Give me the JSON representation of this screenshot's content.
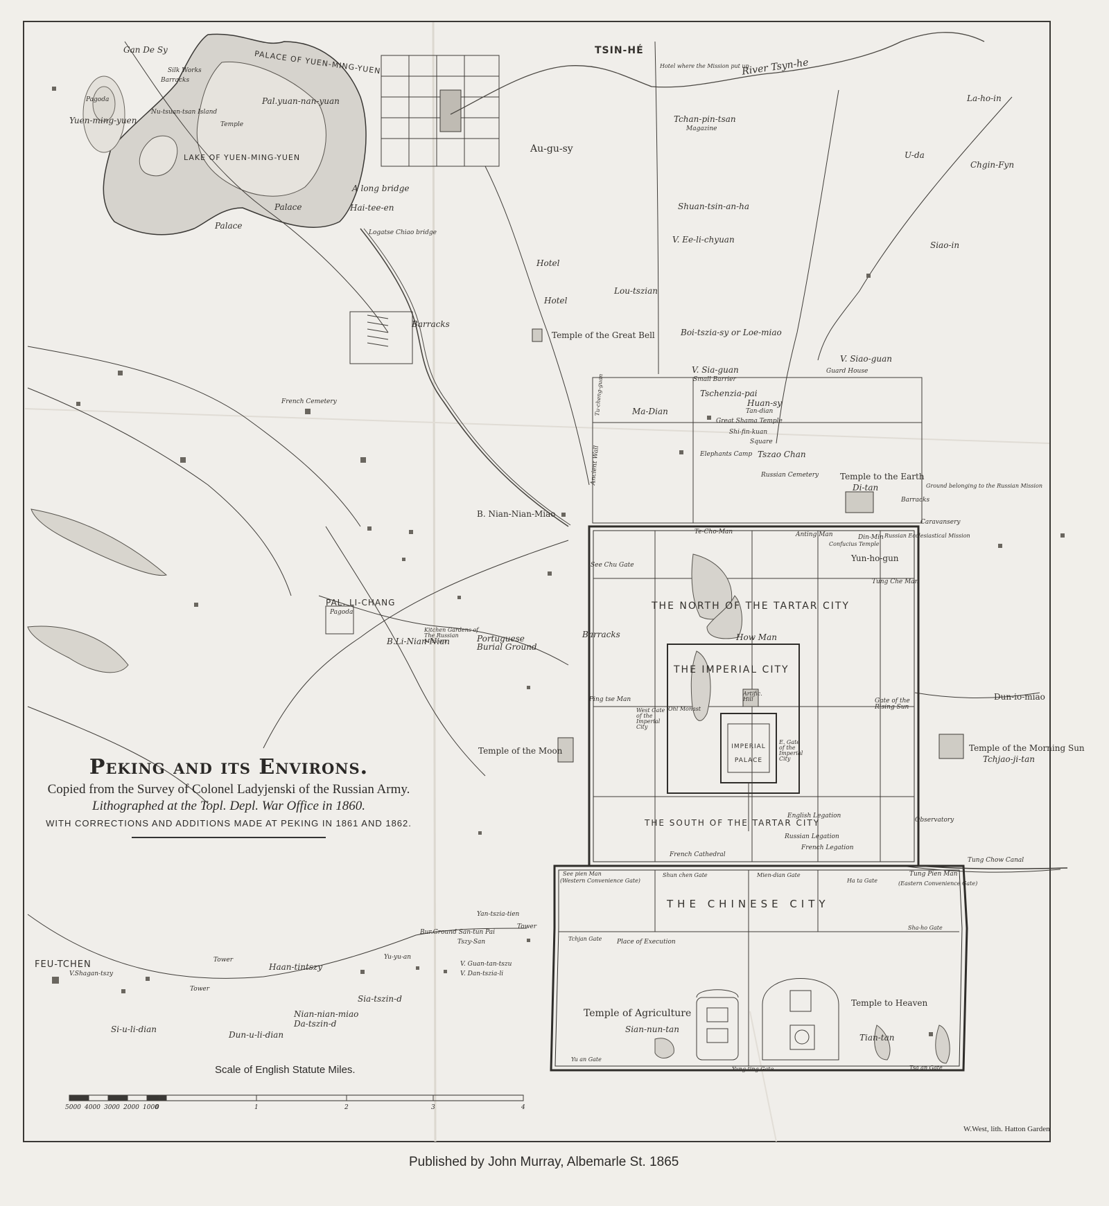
{
  "title": {
    "main": "Peking and its Environs.",
    "line1": "Copied from the Survey of Colonel Ladyjenski of the Russian Army.",
    "line2": "Lithographed at the Topl. Depl. War Office in 1860.",
    "line3": "WITH CORRECTIONS AND ADDITIONS MADE AT PEKING IN 1861 AND 1862."
  },
  "scale": {
    "title": "Scale of English Statute Miles.",
    "small_ticks": [
      "5000",
      "4000",
      "3000",
      "2000",
      "1000",
      "0"
    ],
    "mile_ticks": [
      "1",
      "2",
      "3",
      "4"
    ]
  },
  "publisher": "Published by John Murray, Albemarle St. 1865",
  "lithographer": "W.West, lith. Hatton Garden",
  "labels": {
    "gan_de_sy": "Gan De Sy",
    "silk_works": "Silk Works",
    "barracks_nw": "Barracks",
    "pagoda_nw": "Pagoda",
    "yuen_ming_yuen": "Yuen-ming-yuen",
    "palace_of_yuen_ming_yuen": "PALACE OF YUEN-MING-YUEN",
    "pal_yuan_nan_yuan": "Pal.yuan-nan-yuan",
    "nu_tsuan_island": "Nu-tsuan-tsan Island",
    "temple_island": "Temple",
    "lake_of_yuen_ming_yuen": "LAKE OF YUEN-MING-YUEN",
    "a_long_bridge": "A long bridge",
    "hai_tee_en": "Hai-tee-en",
    "palace_1": "Palace",
    "palace_2": "Palace",
    "logatse_bridge": "Logatse Chiao bridge",
    "tsin_he": "TSIN-HÉ",
    "hotel_mission": "Hotel where the Mission put up",
    "river_tsyn_he": "River Tsyn-he",
    "la_ho_in": "La-ho-in",
    "tchan_pin_tsan": "Tchan-pin-tsan",
    "magazine": "Magazine",
    "augusy": "Au-gu-sy",
    "u_da": "U-da",
    "chgin_fyn": "Chgin-Fyn",
    "shuan_tsin_an_ha": "Shuan-tsin-an-ha",
    "v_ee_li_chyuan": "V. Ee-li-chyuan",
    "siao_in": "Siao-in",
    "hotel_1": "Hotel",
    "hotel_2": "Hotel",
    "lou_tszian": "Lou-tszian",
    "barracks_mid": "Barracks",
    "temple_great_bell": "Temple of the Great Bell",
    "boi_tszia_sy": "Boi-tszia-sy or Loe-miao",
    "v_siao_guan": "V. Siao-guan",
    "guard_house": "Guard House",
    "v_sia_guan": "V. Sia-guan",
    "small_barrier": "Small Barrier",
    "french_cemetery": "French Cemetery",
    "tschenzia_pai": "Tschenzia-pai",
    "huan_sy": "Huan-sy",
    "ma_dian": "Ma-Dian",
    "tan_dian": "Tan-dian",
    "great_shama_temple": "Great Shama Temple",
    "shi_fin_kuan": "Shi-fin-kuan",
    "square": "Square",
    "tszao_chan": "Tszao Chan",
    "elephants_camp": "Elephants Camp",
    "russian_cemetery": "Russian Cemetery",
    "temple_to_the_earth": "Temple to the Earth",
    "di_tan": "Di-tan",
    "ground_russian_mission": "Ground belonging to the Russian Mission",
    "barracks_ne": "Barracks",
    "caravansery": "Caravansery",
    "b_nian_nian_miao": "B. Nian-Nian-Miao",
    "ancient_wall": "Ancient Wall",
    "tu_cheng_guan": "Tu-cheng-guan",
    "te_che_man": "Te-Cho-Man",
    "anting_man": "Anting Man",
    "din_min": "Din-Min",
    "russian_eccl_mission": "Russian Ecclesiastical Mission",
    "confucius_temple": "Confucius Temple",
    "yun_ho_gun": "Yun-ho-gun",
    "see_chu_gate": "See Chu Gate",
    "tung_che_man": "Tung Che Man",
    "north_tartar_city": "THE NORTH OF THE TARTAR CITY",
    "pal_li_chang": "PAL. LI-CHANG",
    "pagoda_li_chang": "Pagoda",
    "b_li_nian_nian": "B.Li-Nian-Nian",
    "kitchen_gardens": "Kitchen Gardens of The Russian Mission",
    "portuguese_burial": "Portuguese Burial Ground",
    "barracks_w": "Barracks",
    "how_man": "How Man",
    "imperial_city": "THE IMPERIAL CITY",
    "artificial_hill": "Artific. Hill",
    "dun_io_miao": "Dun-io-miao",
    "ping_tse_man": "Ping tse Man",
    "w_gate_imperial": "West Gate of the Imperial City",
    "w_gate_ohl": "Ohl Monast",
    "gate_rising_sun": "Gate of the Rising Sun",
    "imperial_palace": "IMPERIAL PALACE",
    "e_gate_imperial": "E. Gate of the Imperial City",
    "temple_of_the_moon": "Temple of the Moon",
    "temple_morning_sun": "Temple of the Morning Sun",
    "tchiao_ji_tan": "Tchjao-ji-tan",
    "south_tartar_city": "THE SOUTH OF THE TARTAR CITY",
    "english_legation": "English Legation",
    "russian_legation": "Russian Legation",
    "french_legation": "French Legation",
    "french_cathedral": "French Cathedral",
    "observatory": "Observatory",
    "tung_chow_canal": "Tung Chow Canal",
    "see_pien_man": "See pien Man",
    "western_convenience_gate": "(Western Convenience Gate)",
    "shun_chen_gate": "Shun chen Gate",
    "mien_dian_gate": "Mien-dian Gate",
    "ha_ta_gate": "Ha ta Gate",
    "tung_pien_man": "Tung Pien Man",
    "eastern_convenience_gate": "(Eastern Convenience Gate)",
    "chinese_city": "THE CHINESE CITY",
    "yan_tszia_tien": "Yan-tszia-tien",
    "tower_1": "Tower",
    "bur_ground": "Bur.Ground San-tun Pai",
    "tszy_san": "Tszy-San",
    "sha_ho_gate": "Sha-ho Gate",
    "tchjan_gate": "Tchjan Gate",
    "place_of_execution": "Place of Execution",
    "feu_tchen": "FEU-TCHEN",
    "v_shagan_tszy": "V.Shagan-tszy",
    "tower_2": "Tower",
    "tower_3": "Tower",
    "haan_tintszy": "Haan-tintszy",
    "yu_yu_an": "Yu-yu-an",
    "v_guan_tan_tszu": "V. Guan-tan-tszu",
    "v_dan_tszia_li": "V. Dan-tszia-li",
    "nian_nian_miao_s": "Nian-nian-miao",
    "da_tszin_d": "Da-tszin-d",
    "sia_tszin_d": "Sia-tszin-d",
    "si_u_li_dian": "Si-u-li-dian",
    "dun_u_li_dian": "Dun-u-li-dian",
    "temple_of_agriculture": "Temple of Agriculture",
    "sian_nun_tan": "Sian-nun-tan",
    "temple_to_heaven": "Temple to Heaven",
    "tian_tan": "Tian-tan",
    "yung_ting_gate": "Yung ting Gate",
    "yu_an_gate": "Yu an Gate",
    "tsa_an_gate": "Tsa an Gate"
  }
}
